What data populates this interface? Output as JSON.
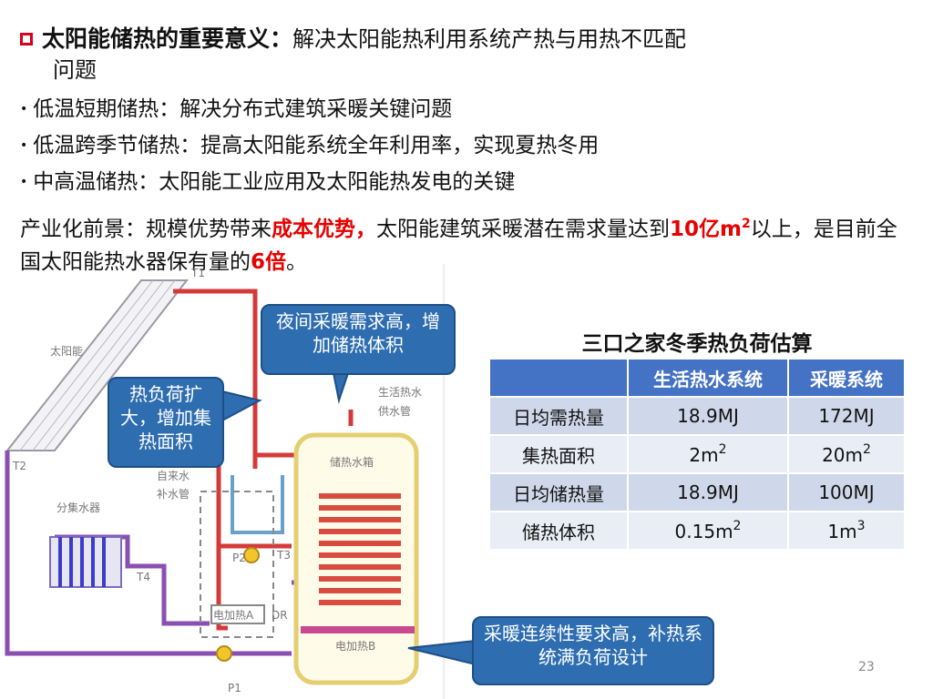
{
  "heading": {
    "title": "太阳能储热的重要意义：",
    "description_line1": "解决太阳能热利用系统产热与用热不匹配",
    "description_line2": "问题"
  },
  "bullets": [
    "低温短期储热：解决分布式建筑采暖关键问题",
    "低温跨季节储热：提高太阳能系统全年利用率，实现夏热冬用",
    "中高温储热：太阳能工业应用及太阳能热发电的关键"
  ],
  "paragraph": {
    "part1": "产业化前景：规模优势带来",
    "highlight1": "成本优势，",
    "part2": "太阳能建筑采暖潜在需求量达到",
    "highlight2": "10亿m",
    "highlight2_sup": "2",
    "part3": "以上，是目前全国太阳能热水器保有量的",
    "highlight3": "6倍",
    "part4": "。"
  },
  "diagram": {
    "labels": {
      "solar": "太阳能",
      "t1": "T1",
      "t2": "T2",
      "t3": "T3",
      "t4": "T4",
      "hot_water_supply_1": "生活热水",
      "hot_water_supply_2": "供水管",
      "tank": "储热水箱",
      "tap_water_1": "自来水",
      "tap_water_2": "补水管",
      "manifold": "分集水器",
      "p1": "P1",
      "p2": "P2",
      "heater_a": "电加热A",
      "heater_b": "电加热B",
      "dr": "DR"
    }
  },
  "callouts": {
    "night_heating": "夜间采暖需求高，增加储热体积",
    "expand_collector": "热负荷扩大，增加集热面积",
    "continuity": "采暖连续性要求高，补热系统满负荷设计"
  },
  "table": {
    "title": "三口之家冬季热负荷估算",
    "headers": [
      "",
      "生活热水系统",
      "采暖系统"
    ],
    "rows": [
      {
        "label": "日均需热量",
        "v1": "18.9MJ",
        "v2": "172MJ"
      },
      {
        "label": "集热面积",
        "v1": "2m",
        "v1_sup": "2",
        "v2": "20m",
        "v2_sup": "2"
      },
      {
        "label": "日均储热量",
        "v1": "18.9MJ",
        "v2": "100MJ"
      },
      {
        "label": "储热体积",
        "v1": "0.15m",
        "v1_sup": "2",
        "v2": "1m",
        "v2_sup": "3"
      }
    ]
  },
  "page_number": "23",
  "colors": {
    "accent_red": "#e60000",
    "bullet_square": "#d9001b",
    "callout_blue": "#2e6db0",
    "table_header": "#4472c4"
  }
}
